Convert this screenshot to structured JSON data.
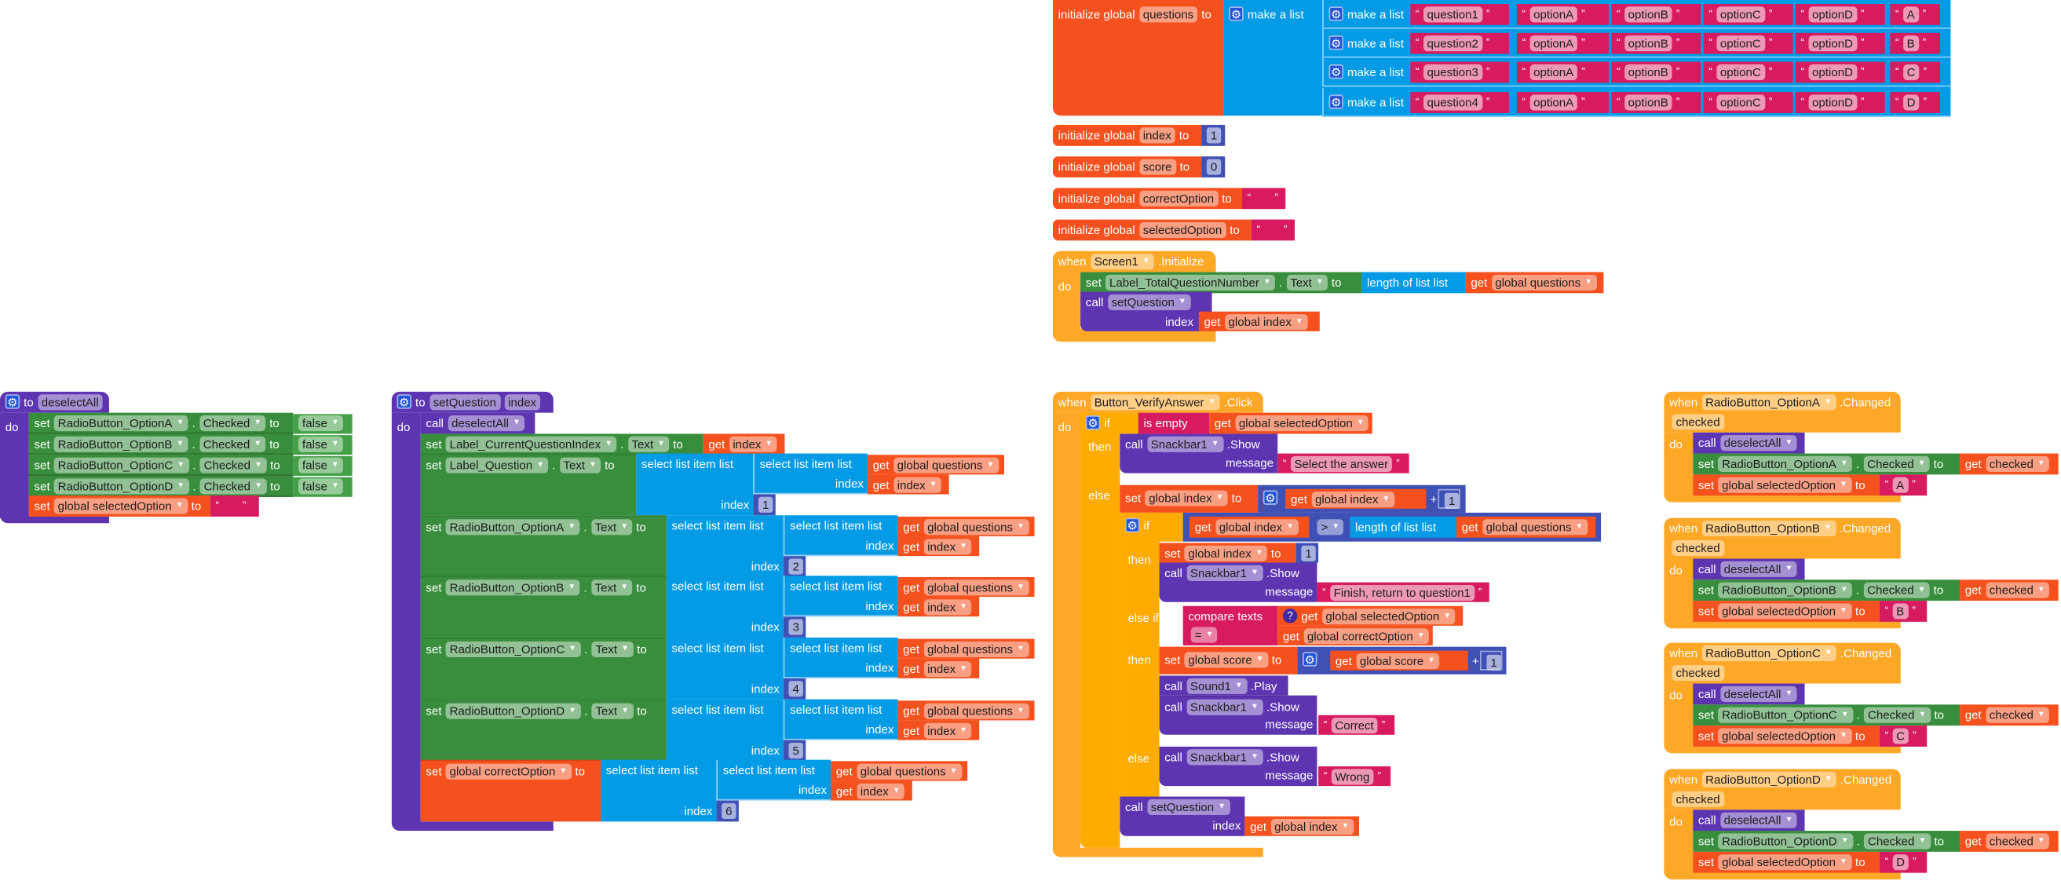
{
  "colors": {
    "variable": "#f4511e",
    "list": "#039be5",
    "text": "#d81b60",
    "math": "#3f51b5",
    "component": "#388e3c",
    "logic": "#43a047",
    "procedure": "#5e35b1",
    "event": "#ffa726",
    "control": "#ffab00"
  },
  "kw": {
    "initialize_global": "initialize global",
    "to": "to",
    "make_a_list": "make a list",
    "when": "when",
    "do": "do",
    "set": "set",
    "get": "get",
    "call": "call",
    "dot": ".",
    "index": "index",
    "message": "message",
    "if": "if",
    "then": "then",
    "else": "else",
    "else_if": "else if",
    "length_of_list": "length of list  list",
    "select_list_item": "select list item  list",
    "is_empty": "is empty",
    "compare_texts": "compare texts",
    "plus": "+",
    "to_proc": "to",
    "show": ".Show",
    "play": ".Play"
  },
  "questions": {
    "name": "questions",
    "lists": [
      [
        "question1",
        "optionA",
        "optionB",
        "optionC",
        "optionD",
        "A"
      ],
      [
        "question2",
        "optionA",
        "optionB",
        "optionC",
        "optionD",
        "B"
      ],
      [
        "question3",
        "optionA",
        "optionB",
        "optionC",
        "optionD",
        "C"
      ],
      [
        "question4",
        "optionA",
        "optionB",
        "optionC",
        "optionD",
        "D"
      ]
    ]
  },
  "globals": [
    {
      "name": "index",
      "value": "1",
      "type": "number"
    },
    {
      "name": "score",
      "value": "0",
      "type": "number"
    },
    {
      "name": "correctOption",
      "value": "",
      "type": "text"
    },
    {
      "name": "selectedOption",
      "value": "",
      "type": "text"
    }
  ],
  "screen_initialize": {
    "component": "Screen1",
    "event": ".Initialize",
    "label_component": "Label_TotalQuestionNumber",
    "property": "Text",
    "var": "global questions",
    "procedure": "setQuestion",
    "index_var": "global index"
  },
  "deselect_all": {
    "name": "deselectAll",
    "rows": [
      {
        "component": "RadioButton_OptionA",
        "property": "Checked",
        "value": "false"
      },
      {
        "component": "RadioButton_OptionB",
        "property": "Checked",
        "value": "false"
      },
      {
        "component": "RadioButton_OptionC",
        "property": "Checked",
        "value": "false"
      },
      {
        "component": "RadioButton_OptionD",
        "property": "Checked",
        "value": "false"
      }
    ],
    "var": "global selectedOption",
    "value": ""
  },
  "set_question": {
    "name": "setQuestion",
    "param": "index",
    "call": "deselectAll",
    "label_index": "Label_CurrentQuestionIndex",
    "property": "Text",
    "list_var": "global questions",
    "index_var": "index",
    "rows": [
      {
        "component": "Label_Question",
        "item": "1"
      },
      {
        "component": "RadioButton_OptionA",
        "item": "2"
      },
      {
        "component": "RadioButton_OptionB",
        "item": "3"
      },
      {
        "component": "RadioButton_OptionC",
        "item": "4"
      },
      {
        "component": "RadioButton_OptionD",
        "item": "5"
      }
    ],
    "correct_var": "global correctOption",
    "correct_item": "6"
  },
  "verify": {
    "component": "Button_VerifyAnswer",
    "event": ".Click",
    "selected_var": "global selectedOption",
    "snackbar": "Snackbar1",
    "msg_select": "Select the answer",
    "index_var": "global index",
    "one": "1",
    "compare_op": ">",
    "questions_var": "global questions",
    "msg_finish": "Finish, return to question1",
    "eq_op": "=",
    "correct_var": "global correctOption",
    "score_var": "global score",
    "sound": "Sound1",
    "msg_correct": "Correct",
    "msg_wrong": "Wrong",
    "procedure": "setQuestion"
  },
  "changed": [
    {
      "component": "RadioButton_OptionA",
      "event": ".Changed",
      "param": "checked",
      "call": "deselectAll",
      "property": "Checked",
      "get": "checked",
      "var": "global selectedOption",
      "value": "A"
    },
    {
      "component": "RadioButton_OptionB",
      "event": ".Changed",
      "param": "checked",
      "call": "deselectAll",
      "property": "Checked",
      "get": "checked",
      "var": "global selectedOption",
      "value": "B"
    },
    {
      "component": "RadioButton_OptionC",
      "event": ".Changed",
      "param": "checked",
      "call": "deselectAll",
      "property": "Checked",
      "get": "checked",
      "var": "global selectedOption",
      "value": "C"
    },
    {
      "component": "RadioButton_OptionD",
      "event": ".Changed",
      "param": "checked",
      "call": "deselectAll",
      "property": "Checked",
      "get": "checked",
      "var": "global selectedOption",
      "value": "D"
    }
  ]
}
